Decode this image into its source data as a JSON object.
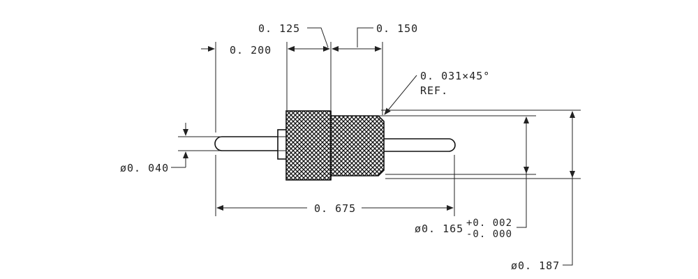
{
  "dimensions": {
    "d_0125": "0. 125",
    "d_0150": "0. 150",
    "d_0200": "0. 200",
    "chamfer_line1": "0. 031×45°",
    "chamfer_line2": "REF.",
    "dia_0040": "ø0. 040",
    "d_0675": "0. 675",
    "dia_0165": "ø0. 165",
    "tol_plus": "+0. 002",
    "tol_minus": "-0. 000",
    "dia_0187": "ø0. 187"
  },
  "colors": {
    "line": "#222222",
    "knurl": "#111111",
    "background": "#ffffff"
  }
}
